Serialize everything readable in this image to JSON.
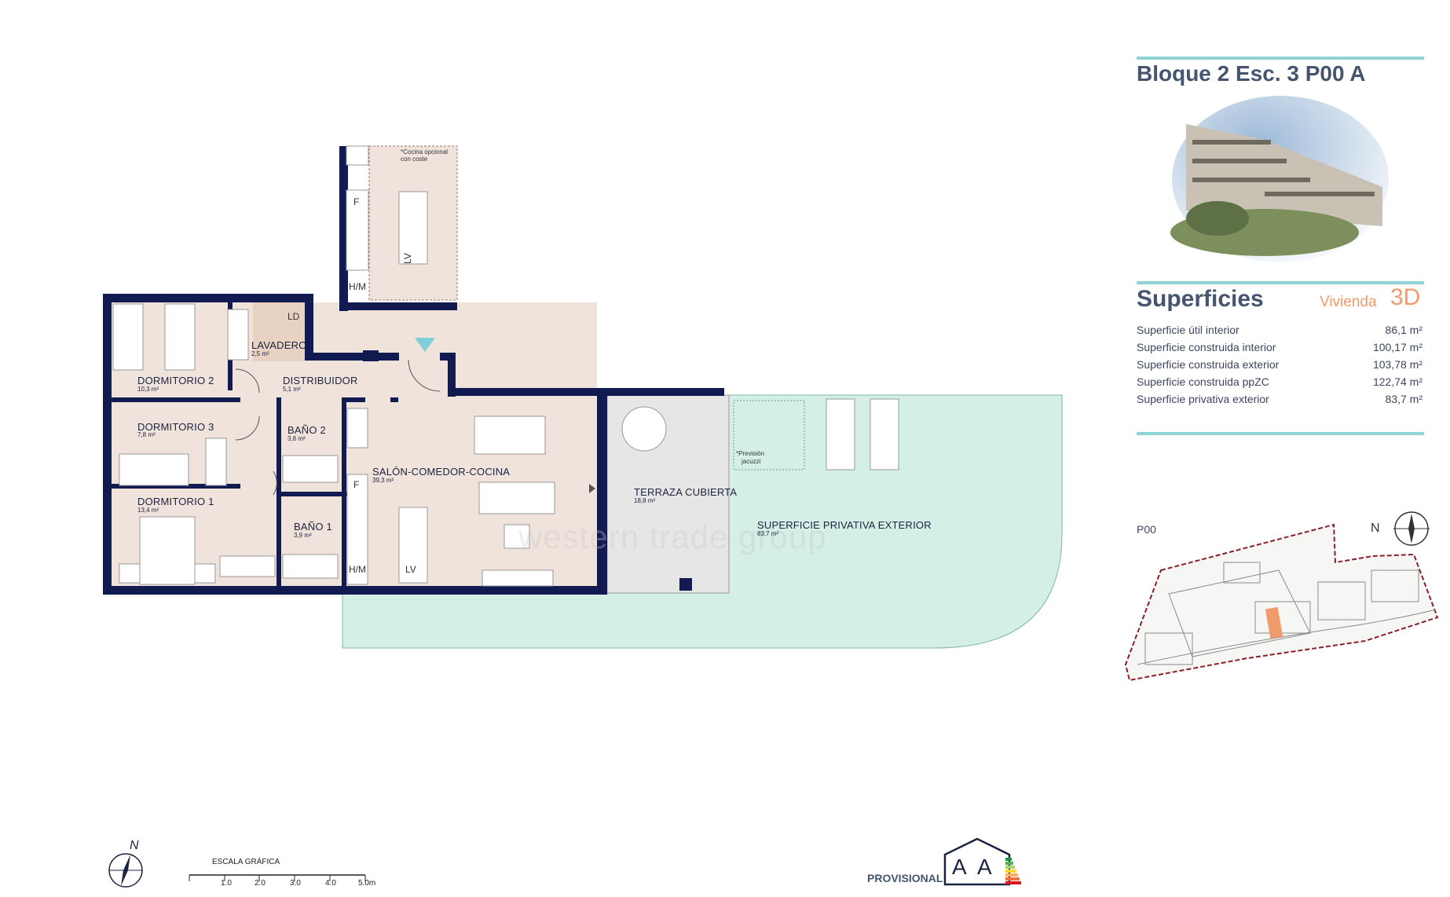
{
  "header": {
    "title": "Bloque 2 Esc. 3 P00 A"
  },
  "superficies": {
    "title": "Superficies",
    "vivienda_label": "Vivienda",
    "vivienda_type": "3D",
    "rows": [
      {
        "label": "Superficie útil interior",
        "value": "86,1 m²"
      },
      {
        "label": "Superficie construida interior",
        "value": "100,17 m²"
      },
      {
        "label": "Superficie construida exterior",
        "value": "103,78 m²"
      },
      {
        "label": "Superficie construida ppZC",
        "value": "122,74 m²"
      },
      {
        "label": "Superficie privativa exterior",
        "value": "83,7 m²"
      }
    ]
  },
  "site_plan": {
    "level": "P00",
    "north": "N"
  },
  "floor_plan": {
    "rooms": [
      {
        "name": "DORMITORIO 2",
        "area": "10,3 m²"
      },
      {
        "name": "LAVADERO",
        "area": "2,5 m²"
      },
      {
        "name": "DISTRIBUIDOR",
        "area": "5,1 m²"
      },
      {
        "name": "DORMITORIO 3",
        "area": "7,8 m²"
      },
      {
        "name": "BAÑO 2",
        "area": "3,8 m²"
      },
      {
        "name": "SALÓN-COMEDOR-COCINA",
        "area": "39,3 m²"
      },
      {
        "name": "DORMITORIO 1",
        "area": "13,4 m²"
      },
      {
        "name": "BAÑO 1",
        "area": "3,9 m²"
      },
      {
        "name": "TERRAZA CUBIERTA",
        "area": "18,8 m²"
      },
      {
        "name": "SUPERFICIE PRIVATIVA EXTERIOR",
        "area": "83,7 m²"
      }
    ],
    "fixtures": {
      "ld": "LD",
      "f": "F",
      "lv": "LV",
      "hm": "H/M"
    },
    "notes": {
      "kitchen_optional_1": "*Cocina opcional",
      "kitchen_optional_2": "con coste",
      "jacuzzi_1": "*Previsión",
      "jacuzzi_2": "jacuzzi"
    },
    "watermark": "western trade group"
  },
  "scale": {
    "title": "ESCALA GRÁFICA",
    "ticks": [
      "1.0",
      "2.0",
      "3.0",
      "4.0",
      "5.0m"
    ]
  },
  "north_arrow": "N",
  "energy": {
    "provisional": "PROVISIONAL",
    "rating_1": "A",
    "rating_2": "A",
    "colors": [
      "#1a9641",
      "#52b151",
      "#a6d96a",
      "#ffd92f",
      "#fdae61",
      "#f46d43",
      "#d7191c"
    ]
  },
  "colors": {
    "wall": "#121a52",
    "floor": "#f0e3dc",
    "lavadero": "#e8d2c2",
    "terrace": "#e6e6e6",
    "garden": "#d4efe6",
    "accent": "#8fd3d8",
    "orange": "#f19a6c",
    "heading": "#45556f"
  }
}
